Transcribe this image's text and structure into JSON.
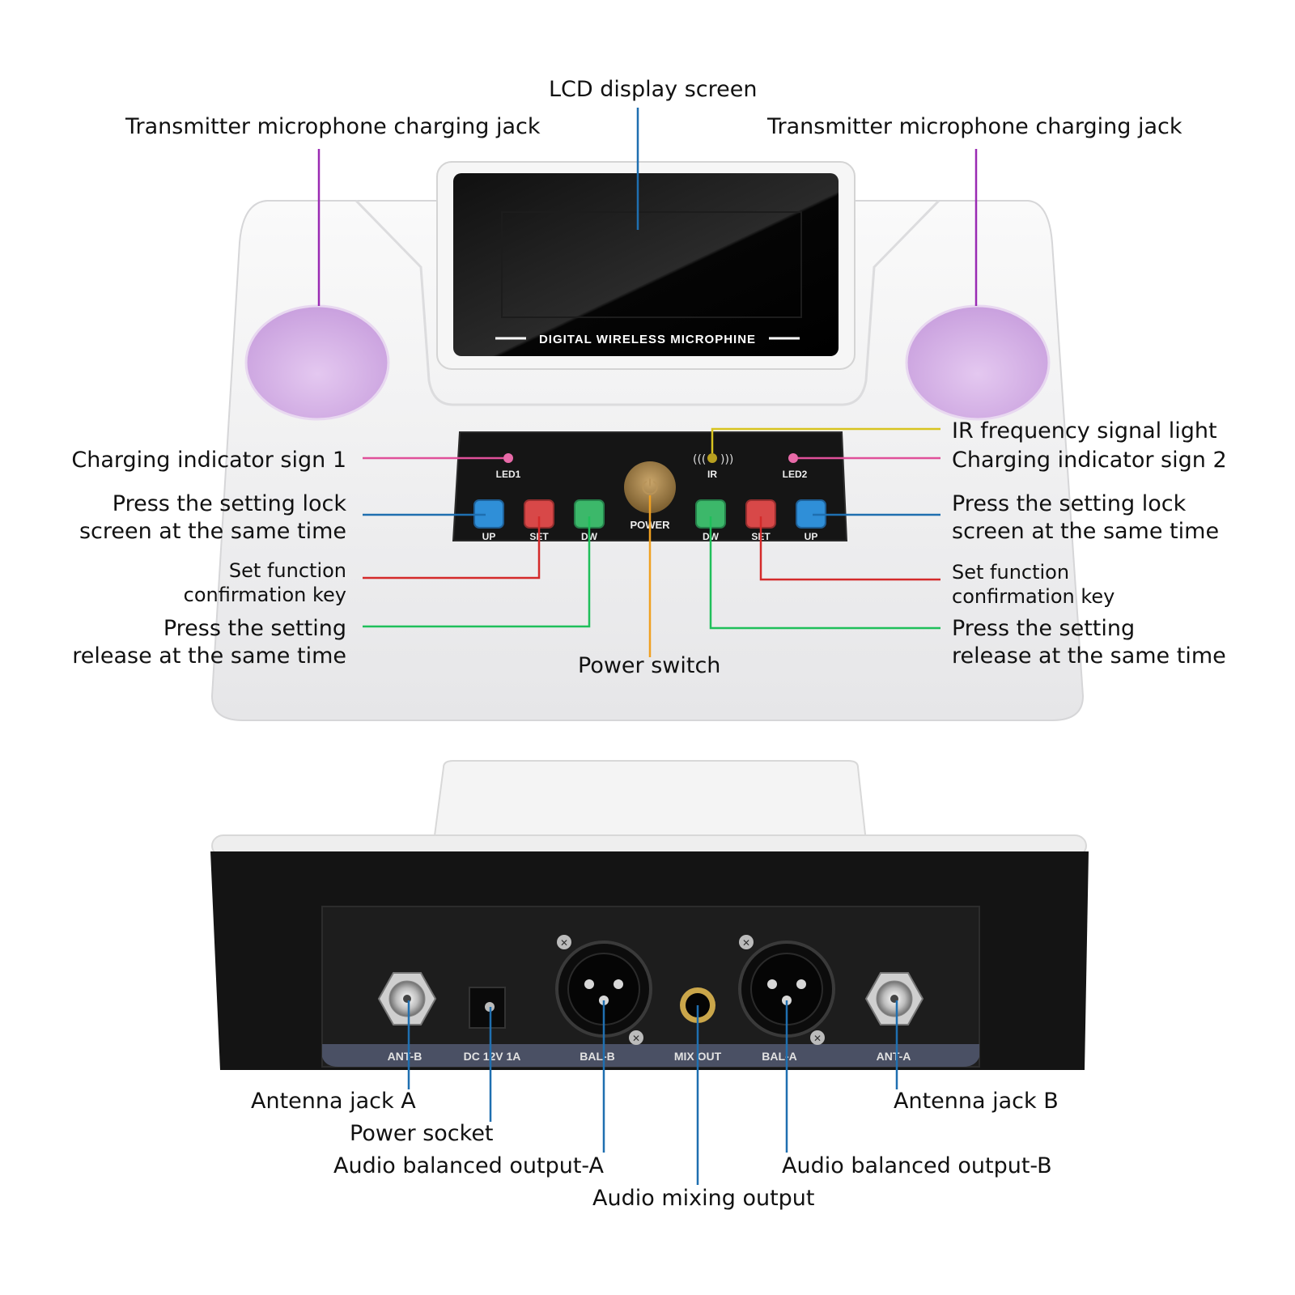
{
  "device": {
    "screen_text": "DIGITAL WIRELESS MICROPHINE",
    "panel": {
      "led1": "LED1",
      "led2": "LED2",
      "ir": "IR",
      "power": "POWER",
      "left_buttons": [
        "UP",
        "SET",
        "DW"
      ],
      "right_buttons": [
        "DW",
        "SET",
        "UP"
      ]
    },
    "rear": {
      "ports": [
        "ANT-B",
        "DC 12V  1A",
        "BAL-B",
        "MIX OUT",
        "BAL-A",
        "ANT-A"
      ]
    }
  },
  "labels": {
    "lcd": "LCD display screen",
    "jack_left": "Transmitter microphone charging jack",
    "jack_right": "Transmitter microphone charging jack",
    "ir_light": "IR frequency signal light",
    "charge1": "Charging indicator sign 1",
    "charge2": "Charging indicator sign 2",
    "lock_left": [
      "Press the setting lock",
      "screen at the same time"
    ],
    "lock_right": [
      "Press the setting lock",
      "screen at the same time"
    ],
    "set_left": [
      "Set function",
      "confirmation key"
    ],
    "set_right": [
      "Set function",
      "confirmation key"
    ],
    "release_left": [
      "Press the setting",
      "release at the same time"
    ],
    "release_right": [
      "Press the setting",
      "release at the same time"
    ],
    "power_switch": "Power switch",
    "antenna_a": "Antenna jack A",
    "antenna_b": "Antenna jack B",
    "power_socket": "Power socket",
    "bal_out_a": "Audio balanced output-A",
    "bal_out_b": "Audio balanced output-B",
    "mix_out": "Audio mixing output"
  },
  "colors": {
    "purple": "#9a2bb3",
    "blue_line": "#1f6fb0",
    "pink": "#e0509a",
    "red": "#d42a2a",
    "green": "#1fbf5a",
    "orange": "#f0a020",
    "yellow": "#d8c420",
    "cup": "#d7b2e6",
    "btn_blue": "#2f8fd8",
    "btn_red": "#d84848",
    "btn_green": "#3cb86a"
  }
}
